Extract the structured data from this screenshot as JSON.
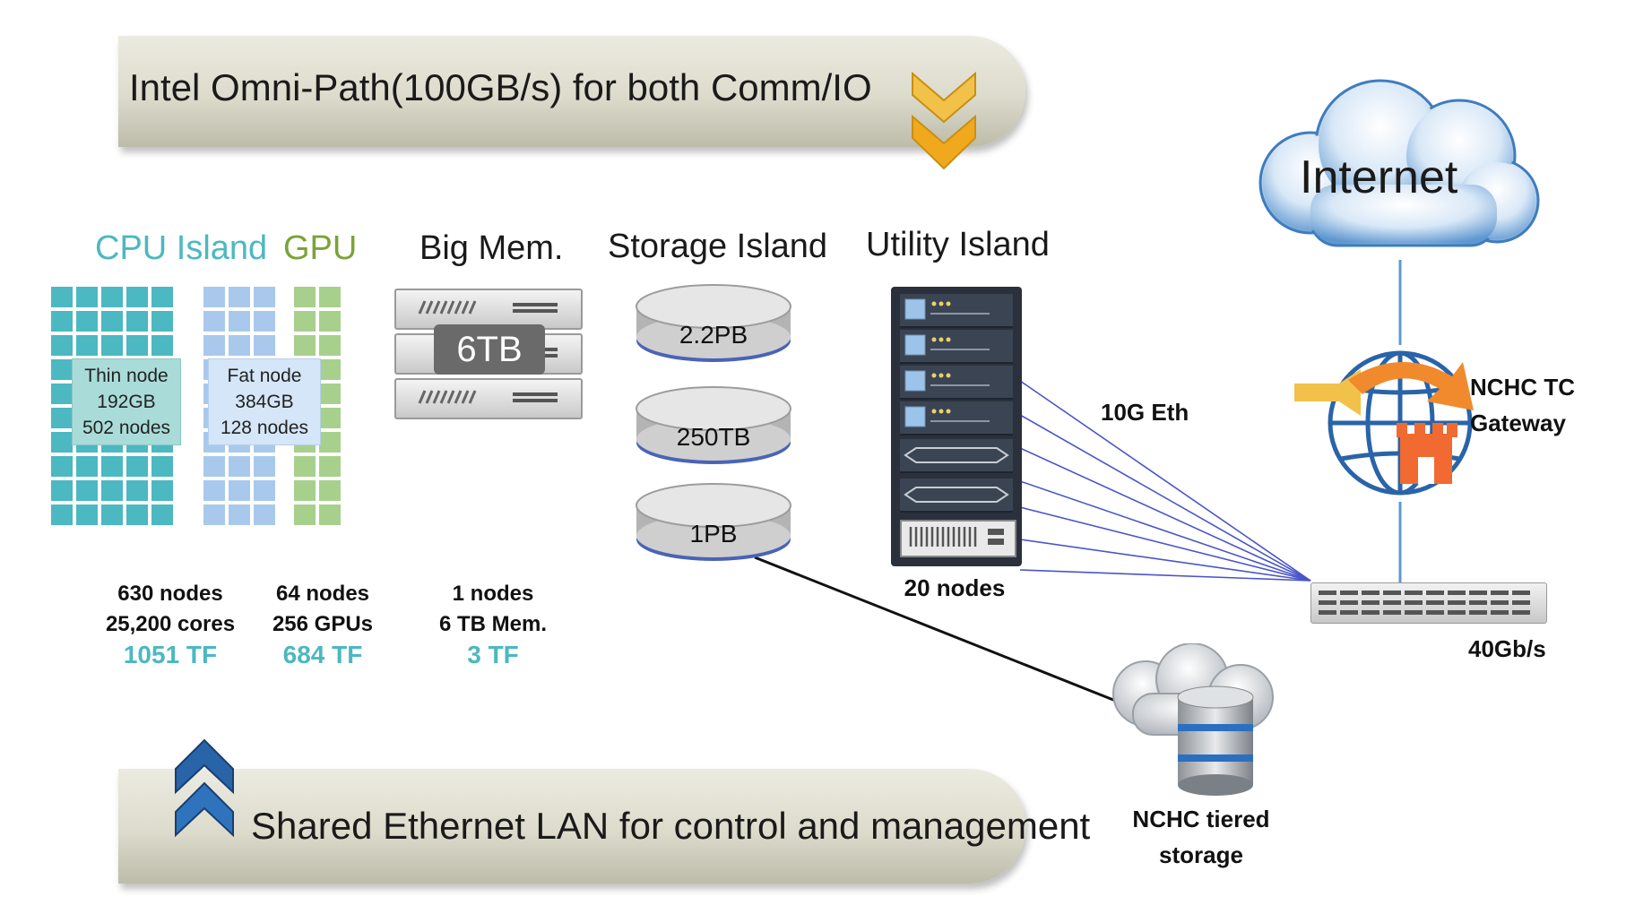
{
  "banners": {
    "top": "Intel Omni-Path(100GB/s) for both Comm/IO",
    "bottom": "Shared Ethernet LAN for control and management"
  },
  "islands": {
    "cpu": {
      "title": "CPU Island",
      "thin_node": [
        "Thin node",
        "192GB",
        "502 nodes"
      ],
      "fat_node": [
        "Fat node",
        "384GB",
        "128 nodes"
      ],
      "stats": [
        "630 nodes",
        "25,200 cores"
      ],
      "tf": "1051 TF"
    },
    "gpu": {
      "title": "GPU",
      "stats": [
        "64 nodes",
        "256 GPUs"
      ],
      "tf": "684 TF"
    },
    "bigmem": {
      "title": "Big Mem.",
      "capacity": "6TB",
      "stats": [
        "1 nodes",
        "6 TB Mem."
      ],
      "tf": "3 TF"
    },
    "storage": {
      "title": "Storage Island",
      "disks": [
        "2.2PB",
        "250TB",
        "1PB"
      ]
    },
    "utility": {
      "title": "Utility Island",
      "nodes": "20 nodes"
    }
  },
  "network": {
    "internet": "Internet",
    "gateway": [
      "NCHC TC",
      "Gateway"
    ],
    "eth_label": "10G Eth",
    "switch_speed": "40Gb/s",
    "tiered_storage": [
      "NCHC tiered",
      "storage"
    ]
  },
  "colors": {
    "cpu": "#4cb8c1",
    "gpu": "#7aa33a",
    "fat": "#a9c9ec",
    "tf": "#4cb8c1",
    "chevron_top": "#f0b624",
    "chevron_bottom": "#2a64a8"
  }
}
